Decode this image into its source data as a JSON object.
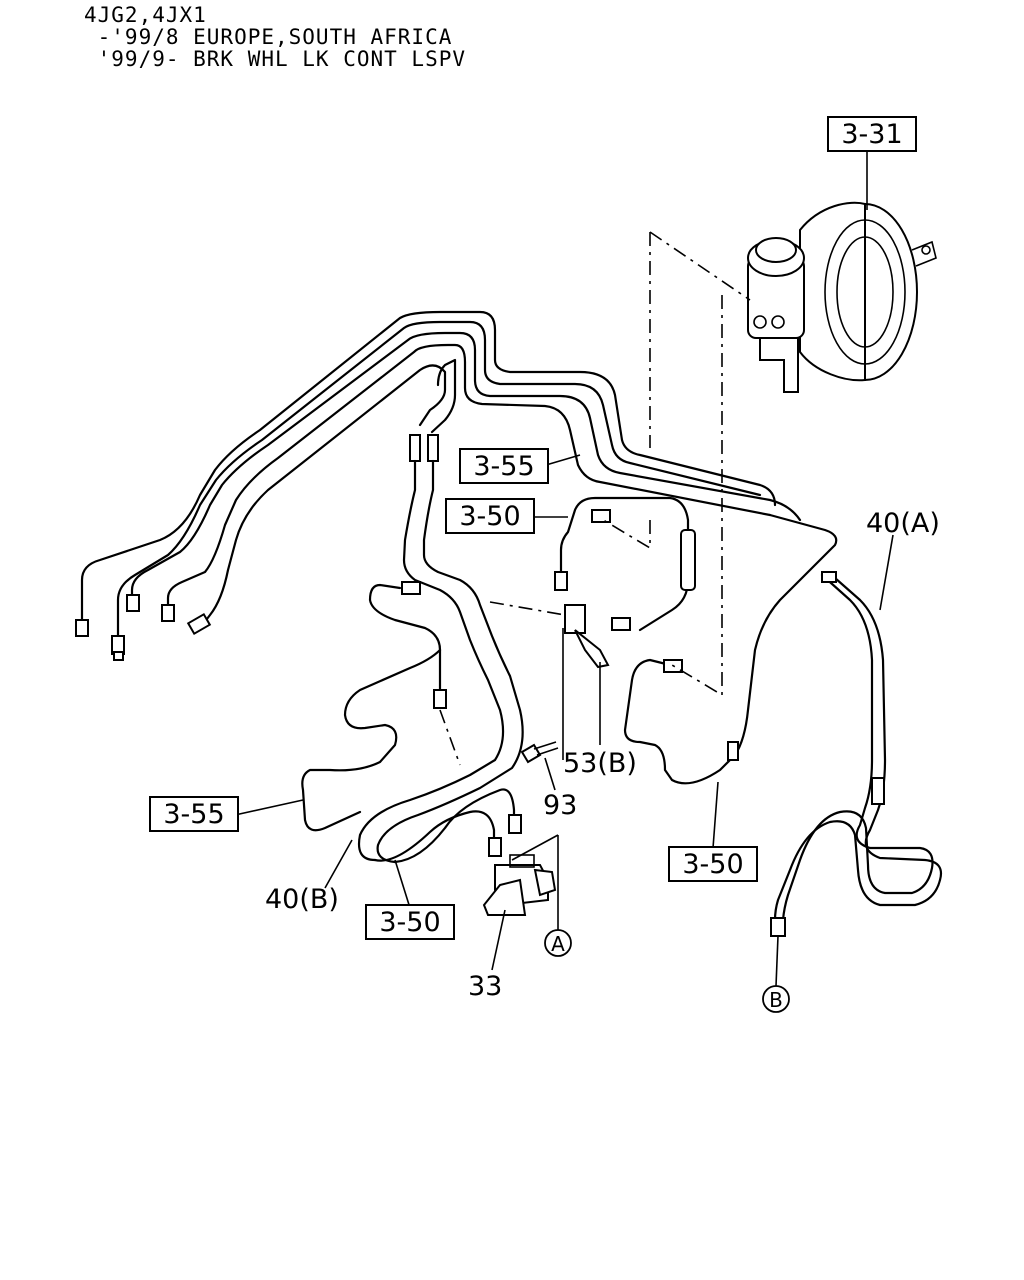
{
  "header": {
    "line1": "4JG2,4JX1",
    "line2": " -'99/8 EUROPE,SOUTH AFRICA",
    "line3": " '99/9- BRK WHL LK CONT LSPV"
  },
  "ref_boxes": {
    "r331": "3-31",
    "r355_top": "3-55",
    "r350_top": "3-50",
    "r355_left": "3-55",
    "r350_bottom": "3-50",
    "r350_right": "3-50"
  },
  "labels": {
    "p40a": "40(A)",
    "p40b": "40(B)",
    "p53b": "53(B)",
    "p93": "93",
    "p33": "33",
    "callout_a": "A",
    "callout_b": "B"
  }
}
